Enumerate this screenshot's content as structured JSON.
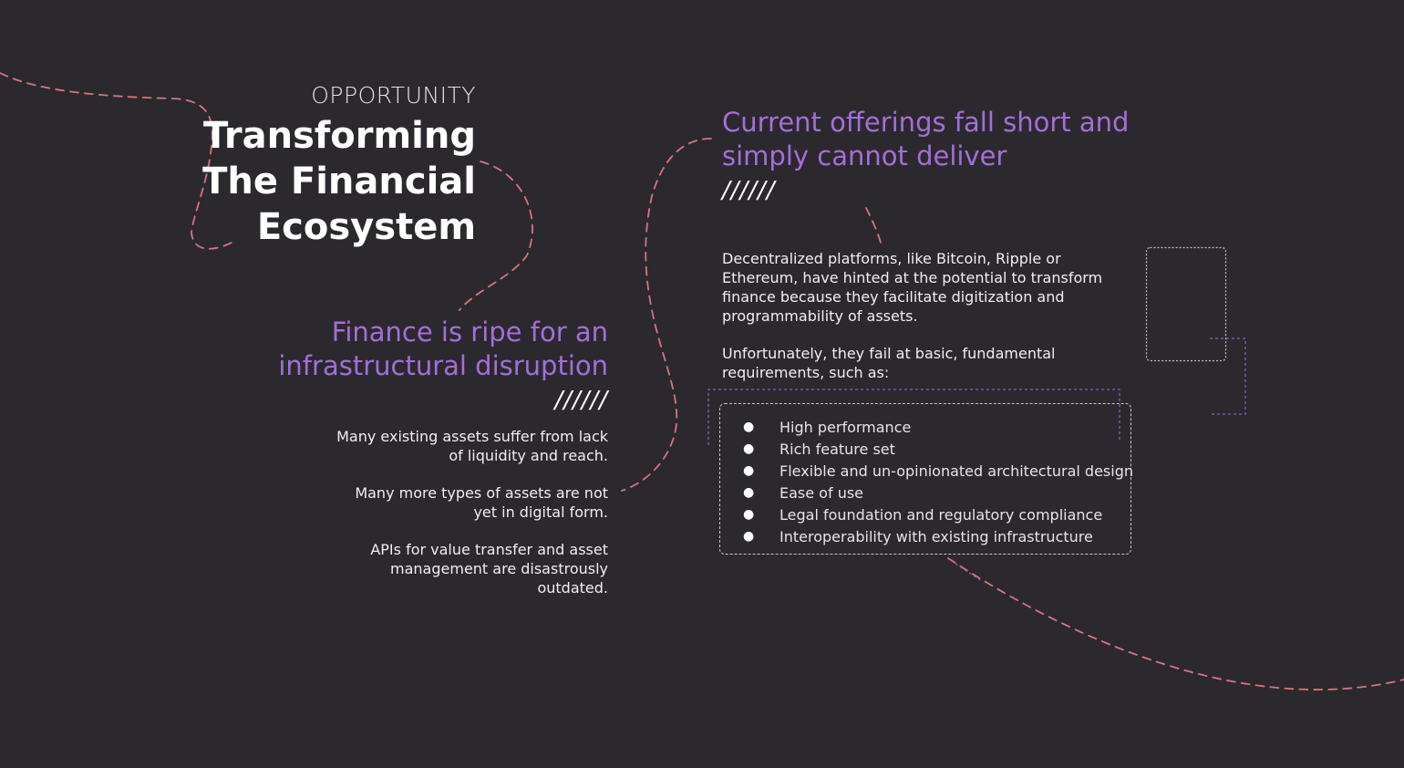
{
  "header": {
    "eyebrow": "OPPORTUNITY",
    "title_lines": [
      "Transforming",
      "The Financial",
      "Ecosystem"
    ]
  },
  "left": {
    "subtitle_lines": [
      "Finance is ripe for an",
      "infrastructural disruption"
    ],
    "slashes": "//////",
    "paragraphs": [
      "Many existing assets suffer from lack of liquidity and reach.",
      "Many more types of assets are not yet in digital form.",
      "APIs for value transfer and asset management are disastrously outdated."
    ]
  },
  "right": {
    "subtitle_lines": [
      "Current offerings fall short and",
      "simply cannot deliver"
    ],
    "slashes": "//////",
    "paragraphs": [
      "Decentralized platforms, like Bitcoin, Ripple or Ethereum, have hinted at the potential to transform finance because they facilitate digitization and programmability of assets.",
      "Unfortunately, they fail at basic, fundamental requirements, such as:"
    ],
    "bullet": "●",
    "requirements": [
      "High performance",
      "Rich feature set",
      "Flexible and un-opinionated architectural design",
      "Ease of use",
      "Legal foundation and regulatory compliance",
      "Interoperability with existing infrastructure"
    ]
  },
  "colors": {
    "background": "#2b292e",
    "accent_purple": "#a46ed8",
    "dashed_line": "#e07e86",
    "text_white": "#ffffff"
  }
}
